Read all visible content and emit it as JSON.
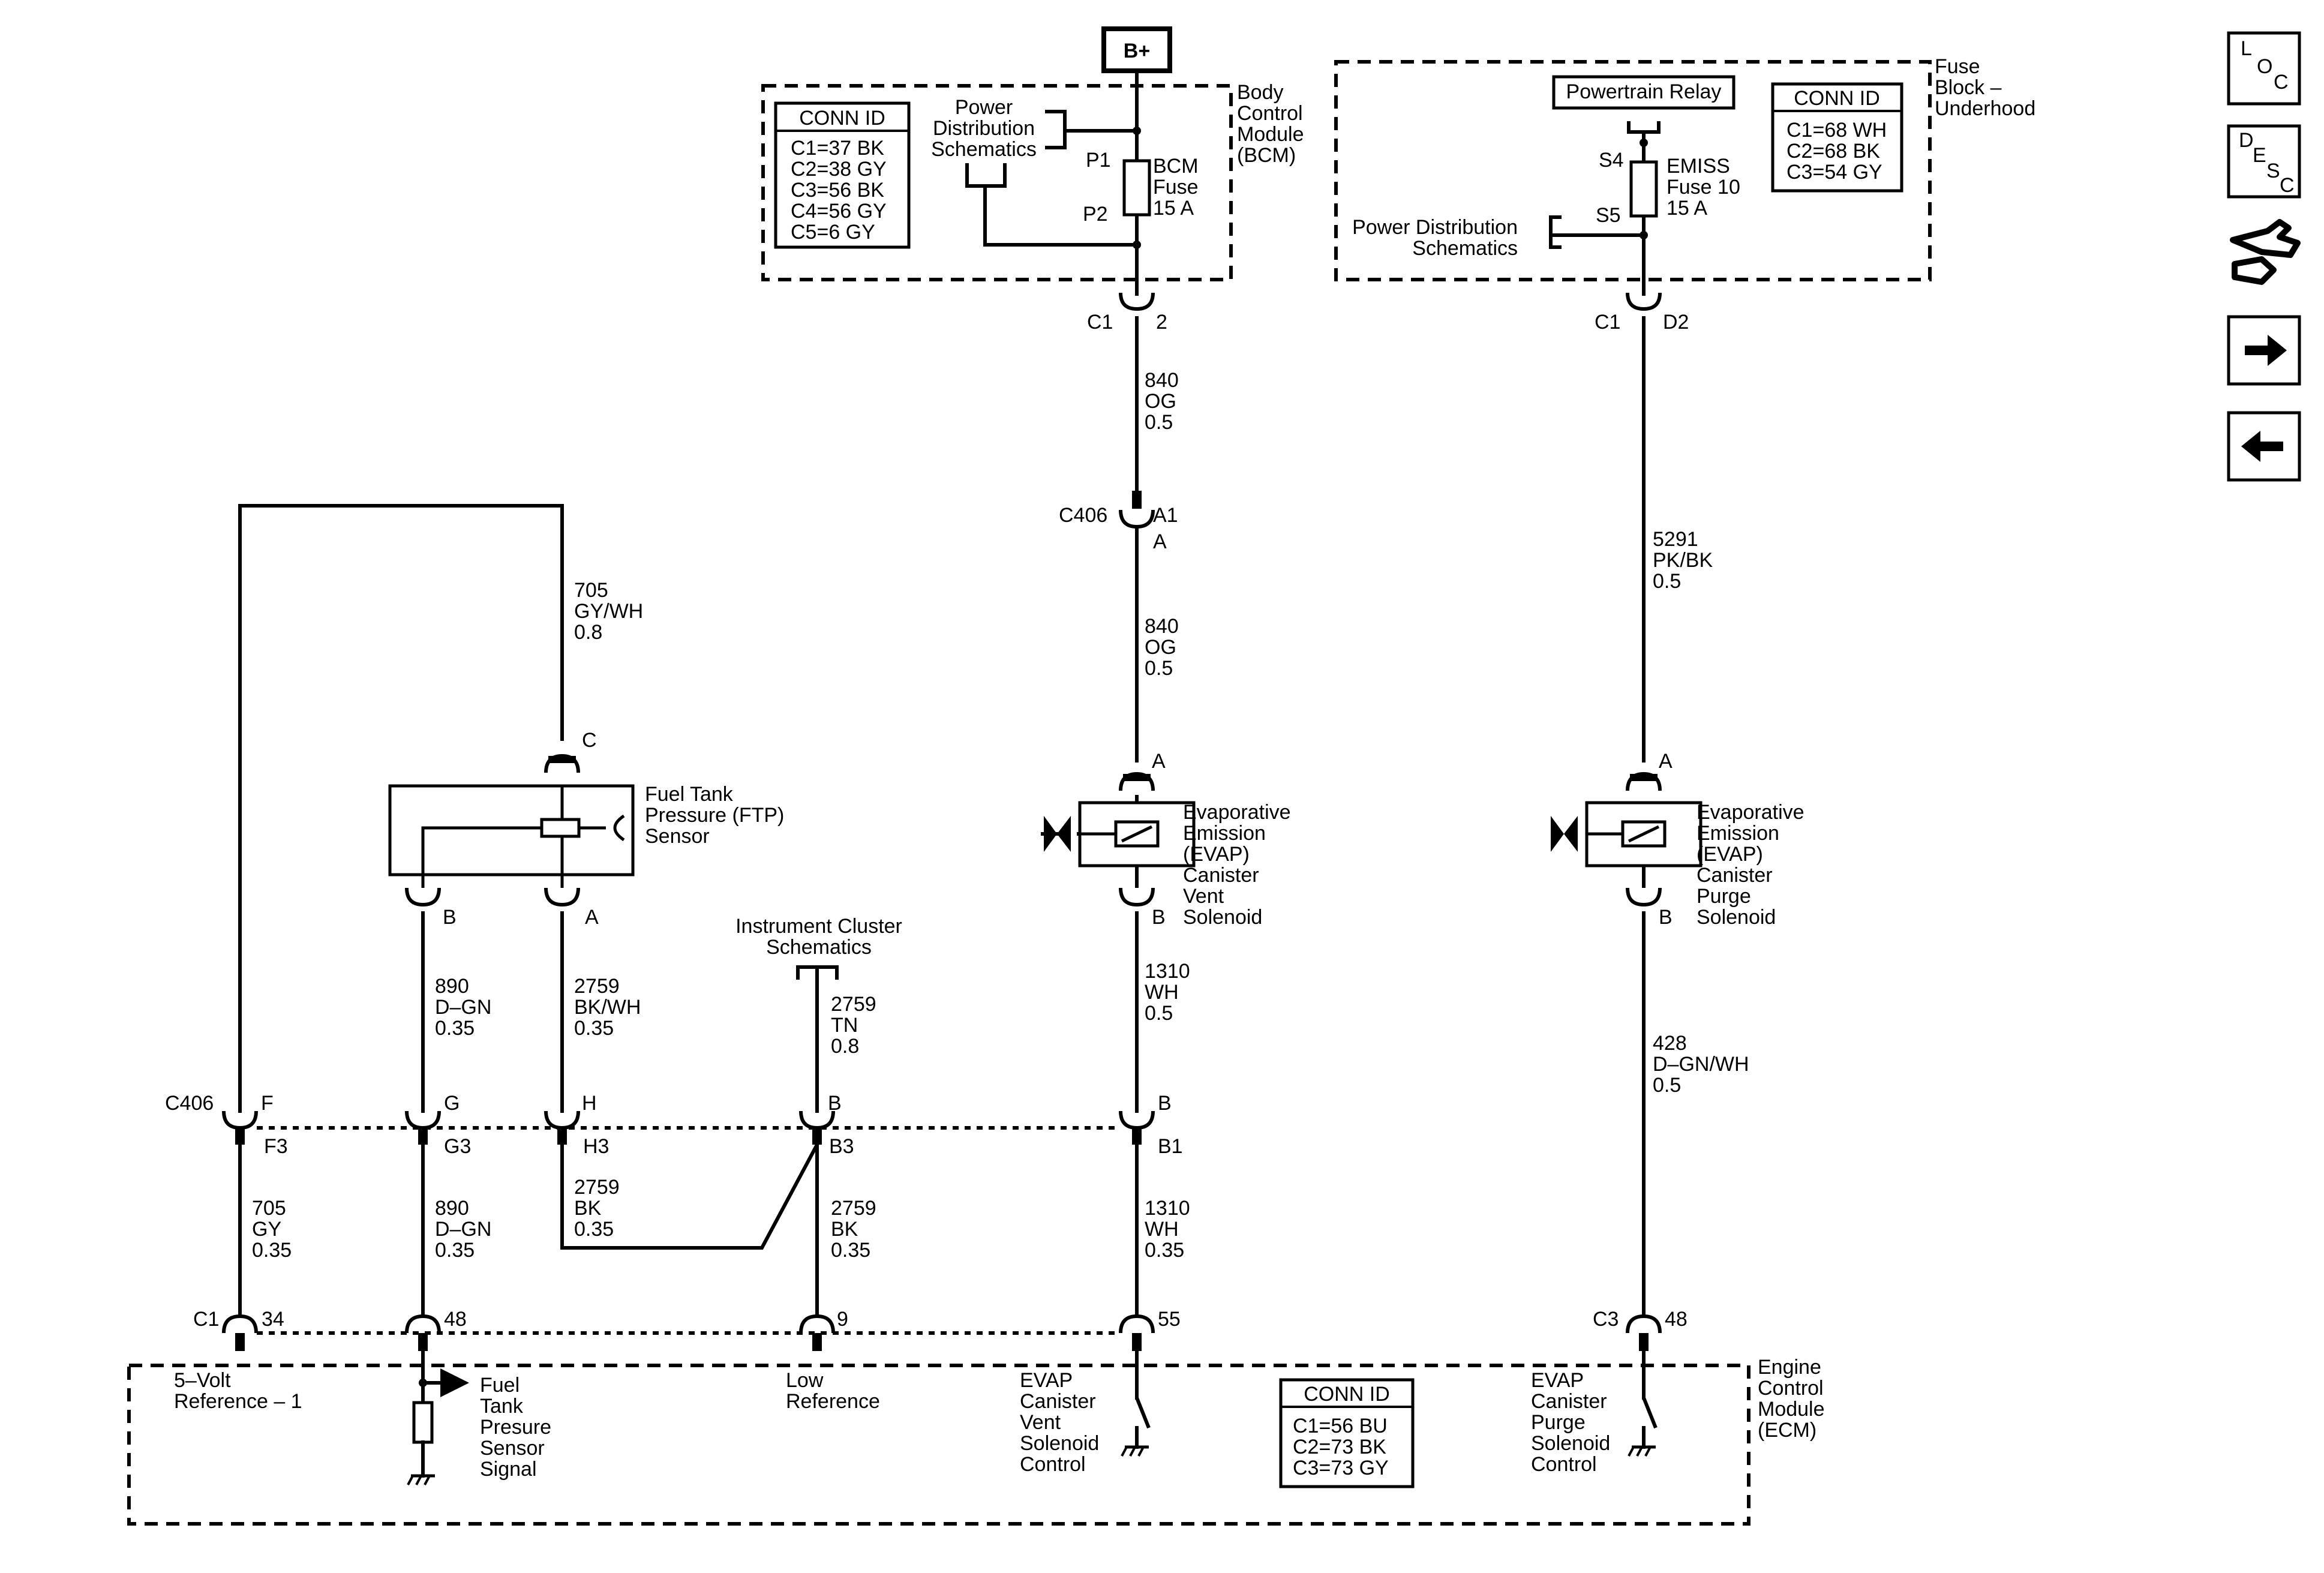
{
  "battery": {
    "label": "B+"
  },
  "bcm": {
    "name": [
      "Body",
      "Control",
      "Module",
      "(BCM)"
    ],
    "conn_title": "CONN ID",
    "conn_rows": [
      "C1=37 BK",
      "C2=38 GY",
      "C3=56 BK",
      "C4=56 GY",
      "C5=6 GY"
    ],
    "power_dist": [
      "Power",
      "Distribution",
      "Schematics"
    ],
    "pin_p1": "P1",
    "pin_p2": "P2",
    "fuse": [
      "BCM",
      "Fuse",
      "15 A"
    ],
    "conn_c1": "C1",
    "pin_2": "2"
  },
  "fuse_block": {
    "name": [
      "Fuse",
      "Block –",
      "Underhood"
    ],
    "relay": "Powertrain Relay",
    "conn_title": "CONN ID",
    "conn_rows": [
      "C1=68 WH",
      "C2=68 BK",
      "C3=54 GY"
    ],
    "pin_s4": "S4",
    "pin_s5": "S5",
    "fuse": [
      "EMISS",
      "Fuse 10",
      "15 A"
    ],
    "power_dist": [
      "Power Distribution",
      "Schematics"
    ],
    "conn_c1": "C1",
    "pin_d2": "D2"
  },
  "wires": {
    "w840a": [
      "840",
      "OG",
      "0.5"
    ],
    "w840b": [
      "840",
      "OG",
      "0.5"
    ],
    "w5291": [
      "5291",
      "PK/BK",
      "0.5"
    ],
    "w705a": [
      "705",
      "GY/WH",
      "0.8"
    ],
    "w890a": [
      "890",
      "D–GN",
      "0.35"
    ],
    "w2759a": [
      "2759",
      "BK/WH",
      "0.35"
    ],
    "w2759tn": [
      "2759",
      "TN",
      "0.8"
    ],
    "w1310a": [
      "1310",
      "WH",
      "0.5"
    ],
    "w428": [
      "428",
      "D–GN/WH",
      "0.5"
    ],
    "w705b": [
      "705",
      "GY",
      "0.35"
    ],
    "w890b": [
      "890",
      "D–GN",
      "0.35"
    ],
    "w2759bk1": [
      "2759",
      "BK",
      "0.35"
    ],
    "w2759bk2": [
      "2759",
      "BK",
      "0.35"
    ],
    "w1310b": [
      "1310",
      "WH",
      "0.35"
    ]
  },
  "c406_top": {
    "name": "C406",
    "pin_a1": "A1",
    "pin_a": "A"
  },
  "ftp_sensor": {
    "name": [
      "Fuel Tank",
      "Pressure (FTP)",
      "Sensor"
    ],
    "pin_c": "C",
    "pin_b": "B",
    "pin_a": "A"
  },
  "instrument_cluster": [
    "Instrument Cluster",
    "Schematics"
  ],
  "vent_solenoid": {
    "name": [
      "Evaporative",
      "Emission",
      "(EVAP)",
      "Canister",
      "Vent",
      "Solenoid"
    ],
    "pin_a": "A",
    "pin_b": "B"
  },
  "purge_solenoid": {
    "name": [
      "Evaporative",
      "Emission",
      "(EVAP)",
      "Canister",
      "Purge",
      "Solenoid"
    ],
    "pin_a": "A",
    "pin_b": "B"
  },
  "c406_mid": {
    "name": "C406",
    "top_pins": [
      "F",
      "G",
      "H",
      "B",
      "B"
    ],
    "bottom_pins": [
      "F3",
      "G3",
      "H3",
      "B3",
      "B1"
    ]
  },
  "ecm": {
    "name": [
      "Engine",
      "Control",
      "Module",
      "(ECM)"
    ],
    "conn_c1": "C1",
    "conn_c3": "C3",
    "pins": [
      "34",
      "48",
      "9",
      "55"
    ],
    "pin_c3_48": "48",
    "ref5v": [
      "5–Volt",
      "Reference – 1"
    ],
    "ftp_signal": [
      "Fuel",
      "Tank",
      "Presure",
      "Sensor",
      "Signal"
    ],
    "low_ref": [
      "Low",
      "Reference"
    ],
    "vent_control": [
      "EVAP",
      "Canister",
      "Vent",
      "Solenoid",
      "Control"
    ],
    "purge_control": [
      "EVAP",
      "Canister",
      "Purge",
      "Solenoid",
      "Control"
    ],
    "conn_title": "CONN ID",
    "conn_rows": [
      "C1=56 BU",
      "C2=73 BK",
      "C3=73 GY"
    ]
  },
  "side_nav": {
    "loc": [
      "L",
      "O",
      "C"
    ],
    "desc": [
      "D",
      "E",
      "S",
      "C"
    ],
    "icons": [
      "connector-hand-icon",
      "arrow-right-icon",
      "arrow-left-icon"
    ]
  }
}
